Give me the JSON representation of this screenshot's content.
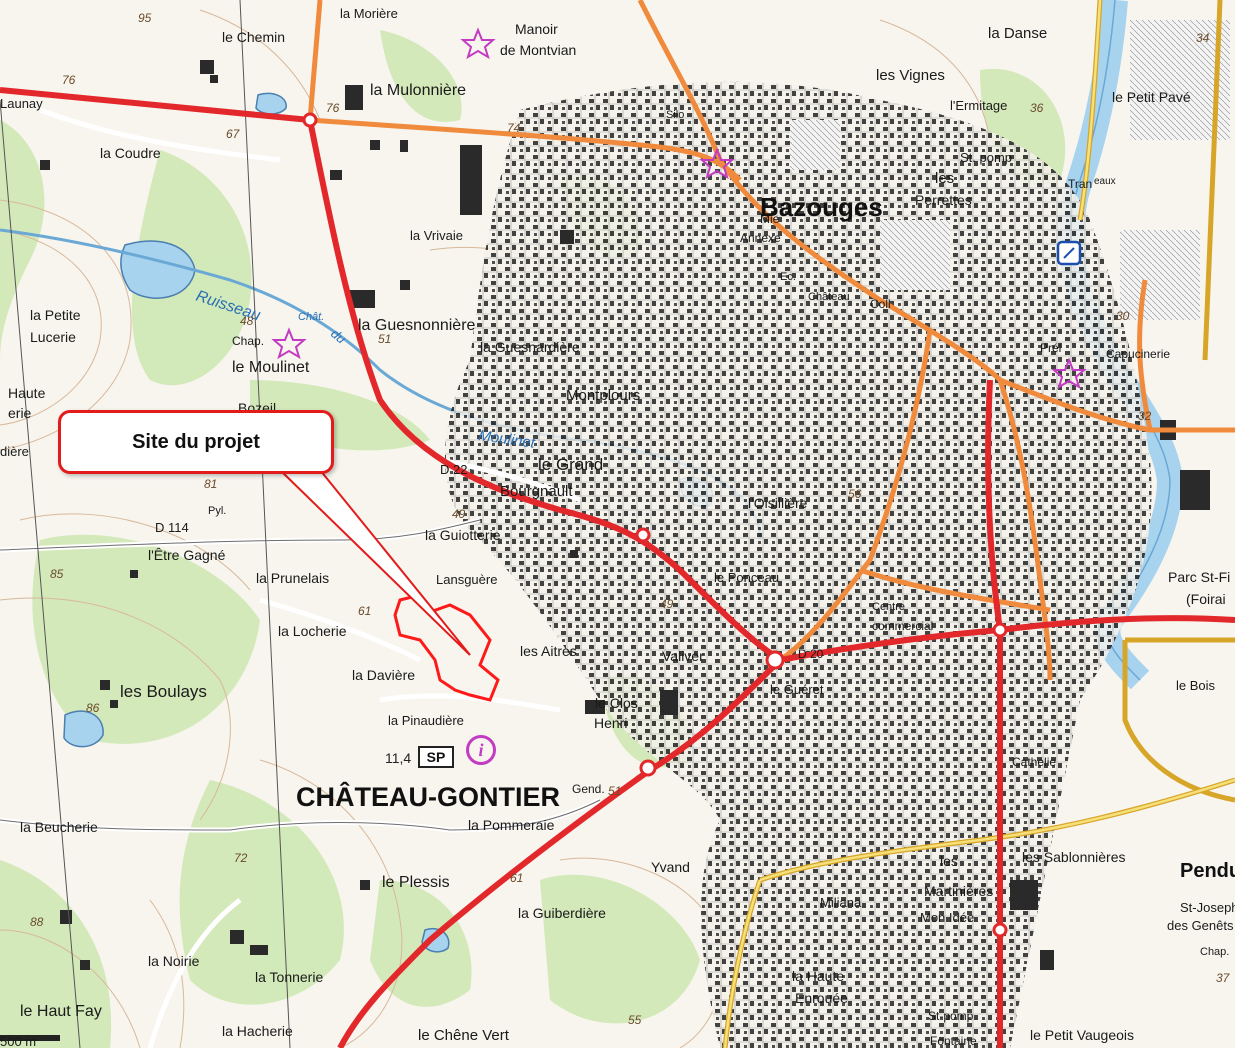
{
  "callout": {
    "text": "Site du projet"
  },
  "town_main": "CHÂTEAU-GONTIER",
  "town_north": "Bazouges",
  "town_east": "Pendu",
  "sp_badge": "SP",
  "altitude": "11,4",
  "icons": {
    "info": "info-icon",
    "poi": "star-icon",
    "water_sign": "nautical-icon"
  },
  "colors": {
    "main_road": "#e3282b",
    "secondary_road": "#f08a3c",
    "yellow_road": "#d7a528",
    "water": "#a8d3ef",
    "river": "#7db8e3",
    "forest": "#cfe8b4",
    "site_outline": "#ff1a1a"
  },
  "place_labels": [
    {
      "text": "la Morière"
    },
    {
      "text": "le Chemin"
    },
    {
      "text": "Manoir"
    },
    {
      "text": "de Montvian"
    },
    {
      "text": "la Danse"
    },
    {
      "text": "les Vignes"
    },
    {
      "text": "la Mulonnière"
    },
    {
      "text": "le Petit Pavé"
    },
    {
      "text": "l'Ermitage"
    },
    {
      "text": "Launay"
    },
    {
      "text": "la Coudre"
    },
    {
      "text": "Silo"
    },
    {
      "text": "les"
    },
    {
      "text": "Perrettes"
    },
    {
      "text": "la Vrivaie"
    },
    {
      "text": "Mie"
    },
    {
      "text": "Annexe"
    },
    {
      "text": "Coll"
    },
    {
      "text": "Château"
    },
    {
      "text": "la Petite"
    },
    {
      "text": "Lucerie"
    },
    {
      "text": "Chap."
    },
    {
      "text": "le Moulinet"
    },
    {
      "text": "la Guesnonnière"
    },
    {
      "text": "la Guesnardière"
    },
    {
      "text": "Montplours"
    },
    {
      "text": "Prél"
    },
    {
      "text": "Capucinerie"
    },
    {
      "text": "Haute"
    },
    {
      "text": "erie"
    },
    {
      "text": "dière"
    },
    {
      "text": "Bozeil"
    },
    {
      "text": "le Grand"
    },
    {
      "text": "Bourgnault"
    },
    {
      "text": "l'Oisillière"
    },
    {
      "text": "D 22"
    },
    {
      "text": "D 114"
    },
    {
      "text": "Pyl."
    },
    {
      "text": "la Guiotterie"
    },
    {
      "text": "l'Être Gagné"
    },
    {
      "text": "la Prunelais"
    },
    {
      "text": "Lansguère"
    },
    {
      "text": "le Ponceau"
    },
    {
      "text": "Parc St-Fi"
    },
    {
      "text": "(Foirai"
    },
    {
      "text": "la Locherie"
    },
    {
      "text": "Centre"
    },
    {
      "text": "commercial"
    },
    {
      "text": "les Aitres"
    },
    {
      "text": "Valiver"
    },
    {
      "text": "D 20"
    },
    {
      "text": "la Davière"
    },
    {
      "text": "les Boulays"
    },
    {
      "text": "le Guéret"
    },
    {
      "text": "le Bois"
    },
    {
      "text": "la Pinaudière"
    },
    {
      "text": "le Clos"
    },
    {
      "text": "Henri"
    },
    {
      "text": "Cathelie"
    },
    {
      "text": "Gend."
    },
    {
      "text": "la Beucherie"
    },
    {
      "text": "la Pommeraie"
    },
    {
      "text": "les"
    },
    {
      "text": "les Sablonnières"
    },
    {
      "text": "Yvand"
    },
    {
      "text": "le Plessis"
    },
    {
      "text": "Martinières"
    },
    {
      "text": "Miliana"
    },
    {
      "text": "Mon Idée"
    },
    {
      "text": "St-Joseph"
    },
    {
      "text": "des Genêts"
    },
    {
      "text": "la Guiberdière"
    },
    {
      "text": "la Noirie"
    },
    {
      "text": "la Tonnerie"
    },
    {
      "text": "la Haute"
    },
    {
      "text": "Enrouée"
    },
    {
      "text": "St-pomp"
    },
    {
      "text": "le Haut Fay"
    },
    {
      "text": "la Hacherie"
    },
    {
      "text": "le Chêne Vert"
    },
    {
      "text": "Fontaine"
    },
    {
      "text": "le Petit Vaugeois"
    },
    {
      "text": "500 m"
    },
    {
      "text": "Chap."
    },
    {
      "text": "Tran"
    },
    {
      "text": "eaux"
    },
    {
      "text": "St. pomp"
    },
    {
      "text": "Ec."
    }
  ],
  "water_labels": [
    {
      "text": "Ruisseau"
    },
    {
      "text": "du"
    },
    {
      "text": "Moulinet"
    },
    {
      "text": "Chât."
    }
  ],
  "elevations": [
    {
      "text": "95"
    },
    {
      "text": "76"
    },
    {
      "text": "76"
    },
    {
      "text": "74"
    },
    {
      "text": "67"
    },
    {
      "text": "36"
    },
    {
      "text": "48"
    },
    {
      "text": "51"
    },
    {
      "text": "30"
    },
    {
      "text": "32"
    },
    {
      "text": "49"
    },
    {
      "text": "81"
    },
    {
      "text": "85"
    },
    {
      "text": "61"
    },
    {
      "text": "86"
    },
    {
      "text": "72"
    },
    {
      "text": "61"
    },
    {
      "text": "88"
    },
    {
      "text": "55"
    },
    {
      "text": "37"
    },
    {
      "text": "34"
    },
    {
      "text": "49"
    },
    {
      "text": "51"
    },
    {
      "text": "56"
    }
  ]
}
